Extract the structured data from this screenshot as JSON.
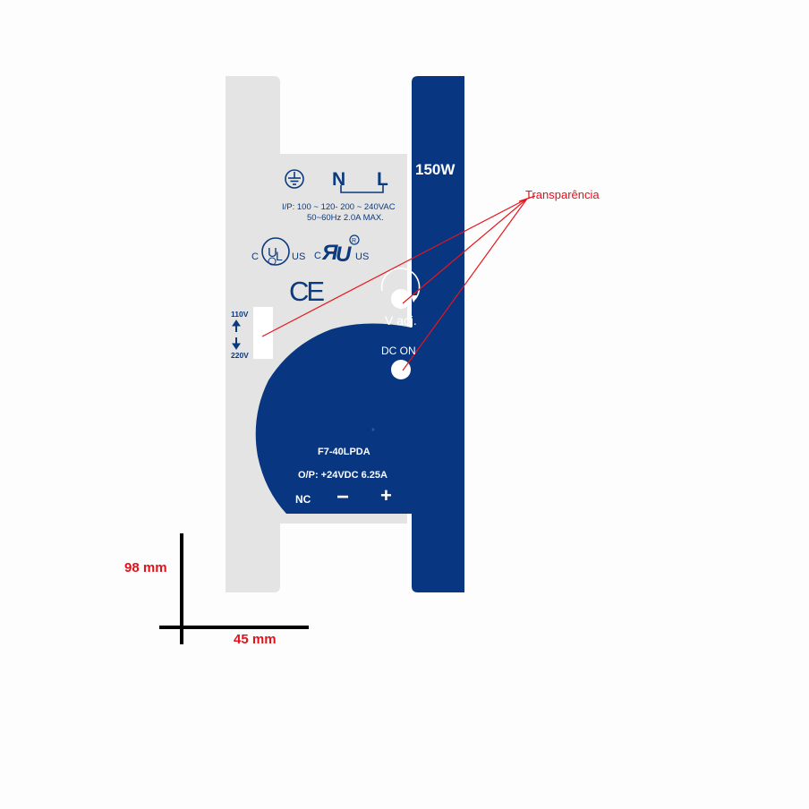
{
  "colors": {
    "navy": "#083680",
    "light_panel": "#e4e4e4",
    "annotation": "#e8151b",
    "dimension_line": "#000000"
  },
  "device": {
    "power_rating": "150W",
    "terminals": {
      "earth_icon": "ground-symbol",
      "n": "N",
      "l": "L"
    },
    "input_spec_line1": "I/P: 100 ~ 120-  200 ~ 240VAC",
    "input_spec_line2": "50~60Hz  2.0A MAX.",
    "cert_cul_c": "C",
    "cert_cul_us": "US",
    "cert_ur_c": "C",
    "cert_ur_us": "US",
    "cert_ce": "CE",
    "selector_top": "110V",
    "selector_bottom": "220V",
    "vadj_label": "V adj.",
    "dc_on_label": "DC ON",
    "model": "F7-40LPDA",
    "output_spec": "O/P: +24VDC  6.25A",
    "terminal_nc": "NC",
    "terminal_minus": "−",
    "terminal_plus": "+"
  },
  "annotation": {
    "label": "Transparência"
  },
  "dimensions": {
    "height_label": "98 mm",
    "width_label": "45 mm"
  }
}
